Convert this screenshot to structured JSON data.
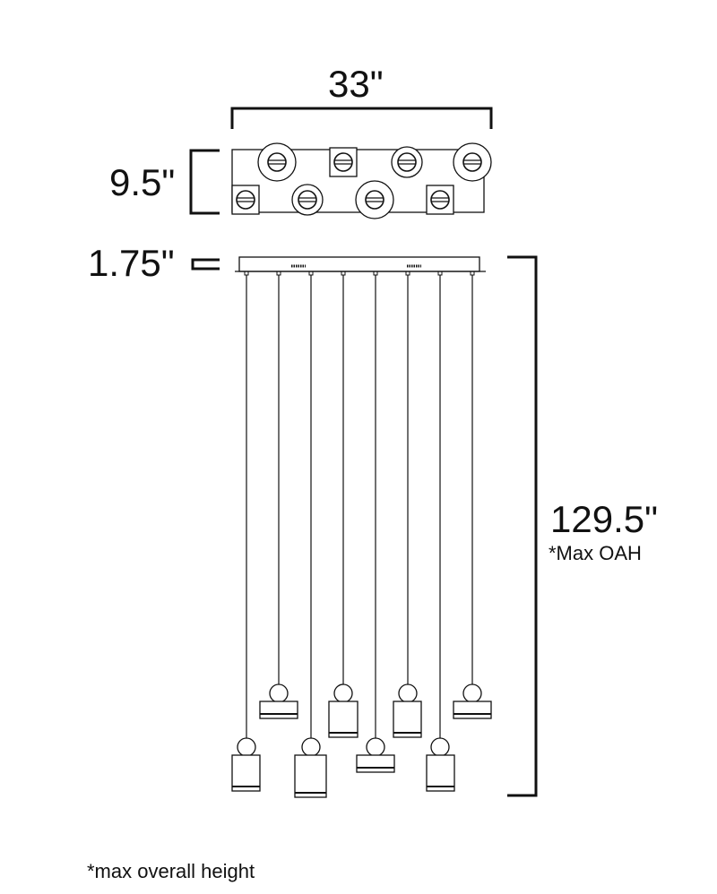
{
  "dimensions": {
    "width": "33\"",
    "depth": "9.5\"",
    "canopy_height": "1.75\"",
    "overall_height": "129.5\"",
    "overall_height_note": "*Max OAH"
  },
  "footnote": "*max overall height",
  "colors": {
    "line": "#111111",
    "background": "#ffffff"
  }
}
